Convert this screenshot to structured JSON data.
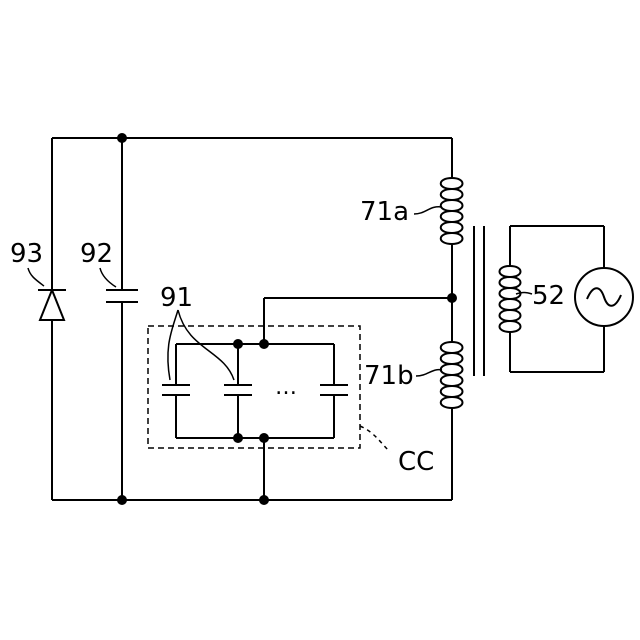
{
  "labels": {
    "diode": "93",
    "capacitor_main": "92",
    "capacitor_bank": "91",
    "coil_upper": "71a",
    "coil_lower": "71b",
    "ac_source": "52",
    "capacitor_group": "CC",
    "ellipsis": "…"
  }
}
